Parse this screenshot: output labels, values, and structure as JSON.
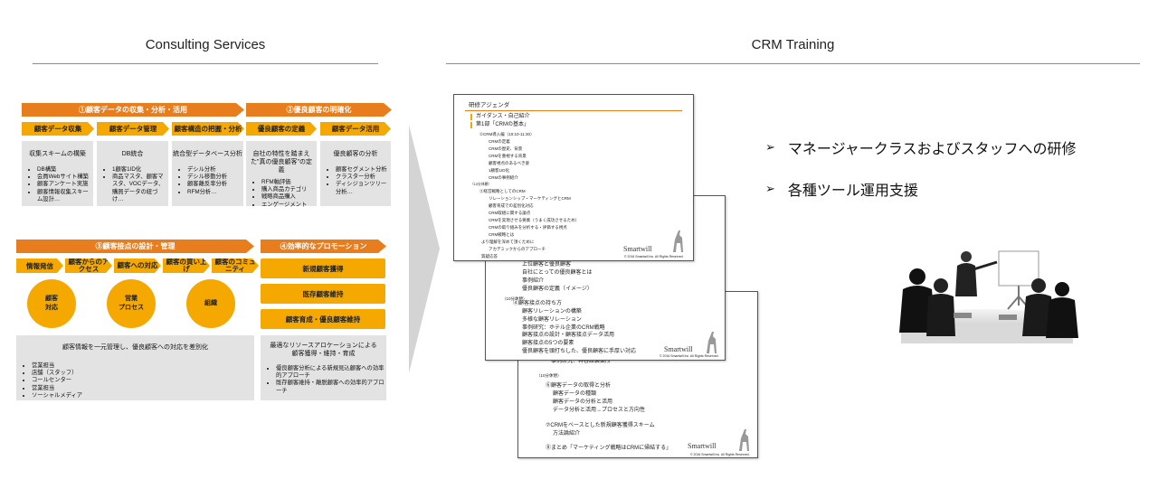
{
  "left_title": "Consulting Services",
  "right_title": "CRM Training",
  "phase1": {
    "main": "①顧客データの収集・分析・活用",
    "tabs": [
      "顧客データ収集",
      "顧客データ管理",
      "顧客構造の把握・分析"
    ],
    "boxes": [
      {
        "head": "収集スキームの構築",
        "items": [
          "DB構築",
          "会員Webサイト構築",
          "顧客アンケート実施",
          "顧客情報収集スキーム設計…"
        ]
      },
      {
        "head": "DB統合",
        "items": [
          "1顧客1ID化",
          "商品マスタ、顧客マスタ、VOCデータ、購買データの紐づけ…"
        ]
      },
      {
        "head": "統合型データベース分析",
        "items": [
          "デシル分析",
          "デシル移動分析",
          "顧客離反率分析",
          "RFM分析…"
        ]
      }
    ]
  },
  "phase2": {
    "main": "②優良顧客の明確化",
    "tabs": [
      "優良顧客の定義",
      "顧客データ活用"
    ],
    "boxes": [
      {
        "head": "自社の特性を踏まえた\"真の優良顧客\"の定義",
        "items": [
          "RFM軸評価",
          "購入商品カテゴリ",
          "戦略商品購入",
          "エンゲージメント"
        ]
      },
      {
        "head": "優良顧客の分析",
        "items": [
          "顧客セグメント分析",
          "クラスター分析",
          "ディシジョンツリー分析…"
        ]
      }
    ]
  },
  "phase3": {
    "main": "③顧客接点の設計・管理",
    "tabs": [
      "情報発信",
      "顧客からのアクセス",
      "顧客への対応",
      "顧客の買い上げ",
      "顧客のコミュニティ"
    ],
    "circles": [
      "顧客\n対応",
      "営業\nプロセス",
      "組織"
    ],
    "box_head": "顧客情報を一元管理し、優良顧客への対応を差別化",
    "items": [
      "営業担当",
      "店舗（スタッフ）",
      "コールセンター",
      "営業担当",
      "ソーシャルメディア"
    ]
  },
  "phase4": {
    "main": "④効率的なプロモーション",
    "buttons": [
      "新規顧客獲得",
      "既存顧客維持",
      "顧客育成・優良顧客維持"
    ],
    "box_head": "最適なリソースアロケーションによる顧客獲得・維持・育成",
    "items": [
      "優良顧客分析による新規見込顧客への効率的アプローチ",
      "既存顧客維持・離脱顧客への効率的アプローチ"
    ]
  },
  "slide1": {
    "title": "研修アジェンダ",
    "lines": [
      "ガイダンス・自己紹介",
      "第1部「CRMの基本」",
      "①CRM導入編（10:10-11:30）",
      "CRMの定義",
      "CRMの歴史、背景",
      "CRMを重視する背景",
      "顧客視点のあるべき姿",
      "1顧客1ID化",
      "CRMの事例紹介",
      "（10分休憩）",
      "②経営戦略としてのCRM",
      "リレーションシップ・マーケティングとCRM",
      "顧客育成での差別化対応",
      "CRM取組に関する論点",
      "CRMを実現させる要素（うまく成功させるため）",
      "CRMの取り組みを分析する・評価する視点",
      "CRM戦略とは",
      "より理解を深めて頂くために",
      "アカデミックからのアプローチ",
      "質疑応答"
    ]
  },
  "slide2": {
    "lines": [
      "上位顧客と優良顧客",
      "自社にとっての優良顧客とは",
      "事例紹介",
      "優良顧客の定義（イメージ）",
      "（10分休憩）",
      "④顧客接点の持ち方",
      "顧客リレーションの構築",
      "多様な顧客リレーション",
      "事例研究：ホテル企業のCRM戦略",
      "顧客接点の設計・顧客接点データ活用",
      "顧客接点の5つの要素",
      "優良顧客を頭打ちした、優良顧客に手厚い対応"
    ]
  },
  "slide3": {
    "lines": [
      "事例研究：再春館製薬所",
      "（10分休憩）",
      "⑥顧客データの取得と分析",
      "顧客データの種類",
      "顧客データの分析と活用",
      "データ分析と活用→プロセスと方向性",
      "⑦CRMをベースとした新規顧客獲得スキーム",
      "方法論紹介",
      "⑧まとめ「マーケティング戦略はCRMに帰結する」"
    ]
  },
  "brand": "Smartwill",
  "copyright": "© 2016 Smartwill Inc. All Rights Reserved.",
  "bullets": [
    "マネージャークラスおよびスタッフへの研修",
    "各種ツール運用支援"
  ],
  "colors": {
    "orange": "#e87d1e",
    "yellow": "#f5a800",
    "gray": "#e3e3e3",
    "arrow": "#d4d4d4"
  }
}
